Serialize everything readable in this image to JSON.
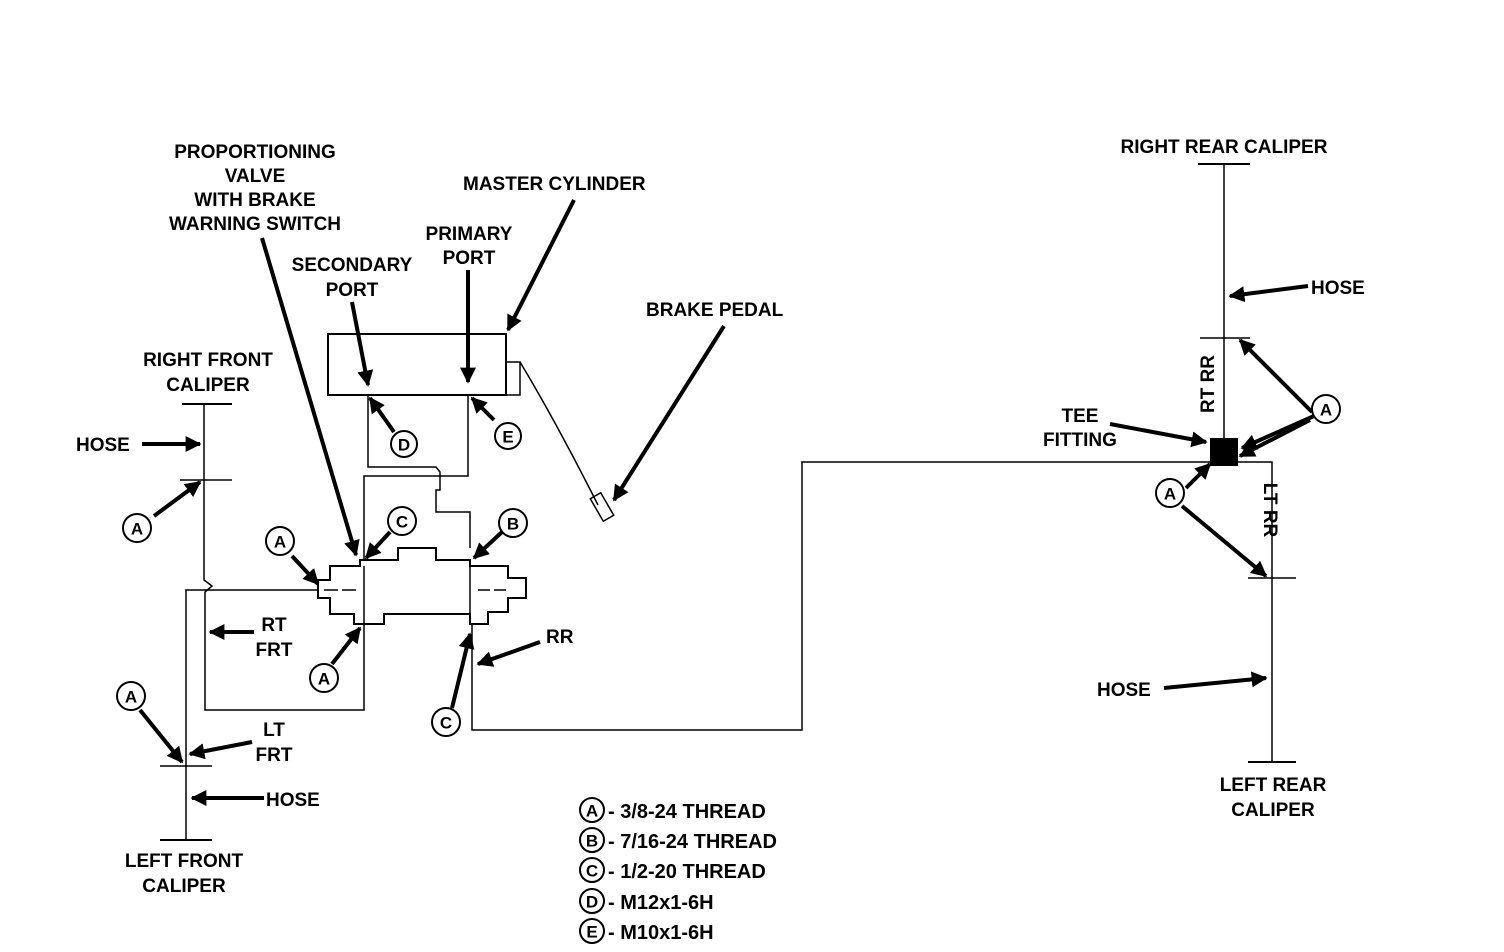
{
  "labels": {
    "proportioning_valve": [
      "PROPORTIONING",
      "VALVE",
      "WITH BRAKE",
      "WARNING SWITCH"
    ],
    "master_cylinder": "MASTER CYLINDER",
    "primary_port": [
      "PRIMARY",
      "PORT"
    ],
    "secondary_port": [
      "SECONDARY",
      "PORT"
    ],
    "brake_pedal": "BRAKE PEDAL",
    "right_front_caliper": [
      "RIGHT FRONT",
      "CALIPER"
    ],
    "left_front_caliper": [
      "LEFT FRONT",
      "CALIPER"
    ],
    "right_rear_caliper": "RIGHT REAR CALIPER",
    "left_rear_caliper": [
      "LEFT REAR",
      "CALIPER"
    ],
    "hose": "HOSE",
    "rt_frt": [
      "RT",
      "FRT"
    ],
    "lt_frt": [
      "LT",
      "FRT"
    ],
    "rr": "RR",
    "rt_rr": "RT RR",
    "lt_rr": "LT RR",
    "tee_fitting": [
      "TEE",
      "FITTING"
    ]
  },
  "callout_letters": {
    "a": "A",
    "b": "B",
    "c": "C",
    "d": "D",
    "e": "E"
  },
  "legend": [
    {
      "letter": "A",
      "text": "- 3/8-24 THREAD"
    },
    {
      "letter": "B",
      "text": "- 7/16-24 THREAD"
    },
    {
      "letter": "C",
      "text": "- 1/2-20 THREAD"
    },
    {
      "letter": "D",
      "text": "- M12x1-6H"
    },
    {
      "letter": "E",
      "text": "- M10x1-6H"
    }
  ]
}
